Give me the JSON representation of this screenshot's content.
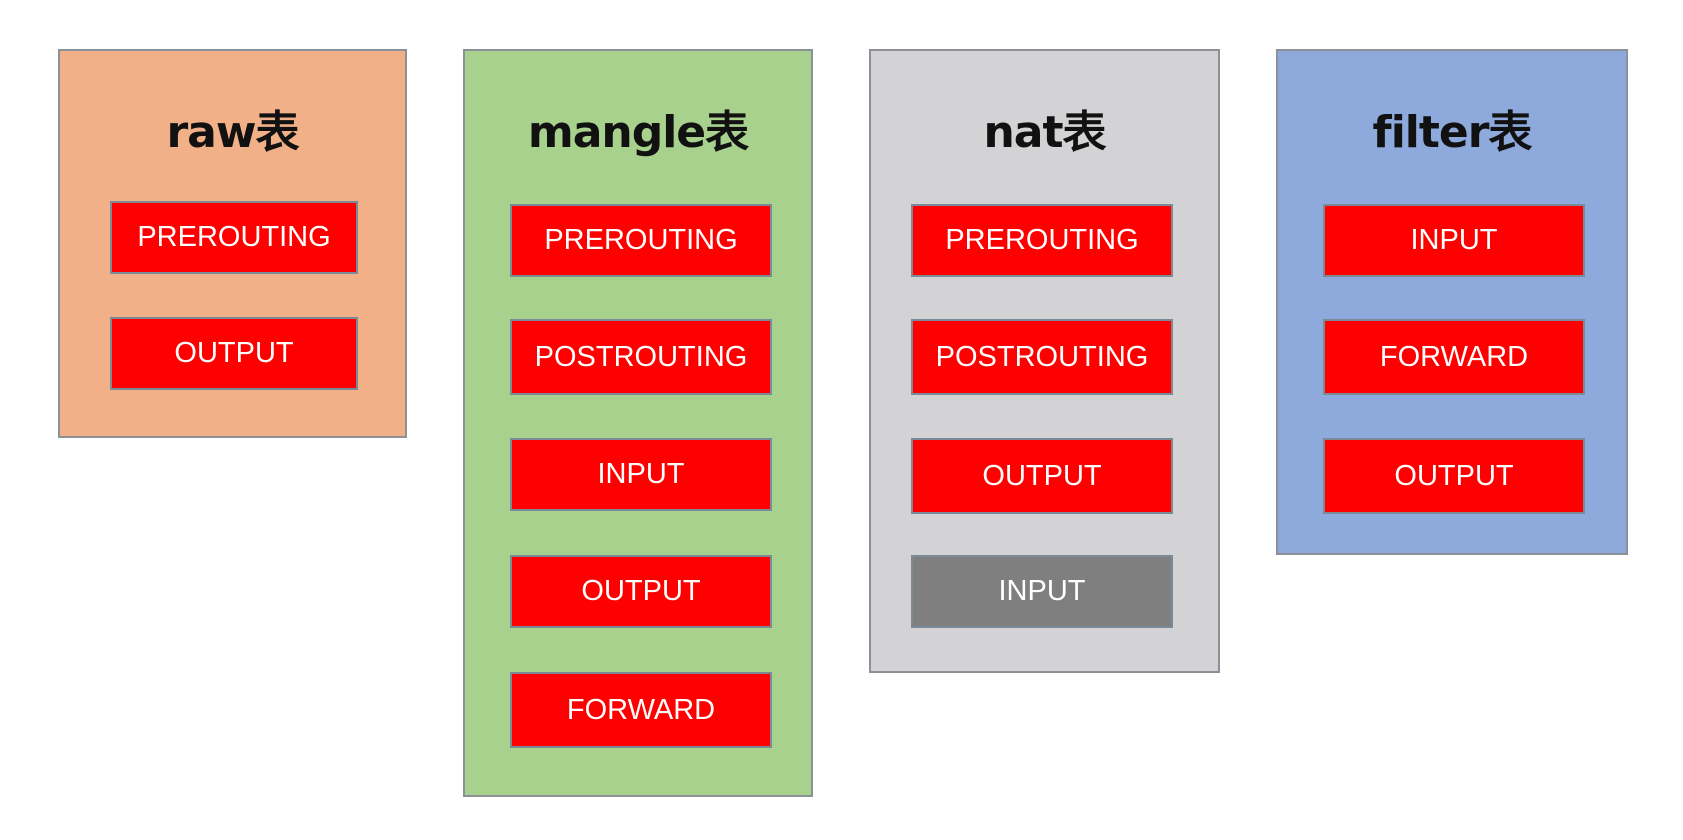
{
  "colors": {
    "raw_panel": "#f2b088",
    "mangle_panel": "#a8d18d",
    "nat_panel": "#d3d2d4",
    "filter_panel": "#8eaadc",
    "chain_active": "#fe0000",
    "chain_inactive": "#7f7f7f"
  },
  "tables": [
    {
      "title": "raw表",
      "chains": [
        {
          "label": "PREROUTING",
          "state": "active"
        },
        {
          "label": "OUTPUT",
          "state": "active"
        }
      ]
    },
    {
      "title": "mangle表",
      "chains": [
        {
          "label": "PREROUTING",
          "state": "active"
        },
        {
          "label": "POSTROUTING",
          "state": "active"
        },
        {
          "label": "INPUT",
          "state": "active"
        },
        {
          "label": "OUTPUT",
          "state": "active"
        },
        {
          "label": "FORWARD",
          "state": "active"
        }
      ]
    },
    {
      "title": "nat表",
      "chains": [
        {
          "label": "PREROUTING",
          "state": "active"
        },
        {
          "label": "POSTROUTING",
          "state": "active"
        },
        {
          "label": "OUTPUT",
          "state": "active"
        },
        {
          "label": "INPUT",
          "state": "inactive"
        }
      ]
    },
    {
      "title": "filter表",
      "chains": [
        {
          "label": "INPUT",
          "state": "active"
        },
        {
          "label": "FORWARD",
          "state": "active"
        },
        {
          "label": "OUTPUT",
          "state": "active"
        }
      ]
    }
  ]
}
